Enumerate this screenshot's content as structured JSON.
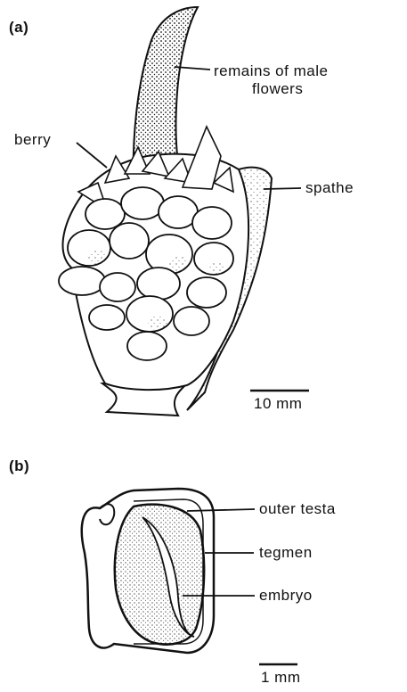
{
  "panel_a": {
    "letter": "(a)",
    "labels": {
      "remains_line1": "remains of male",
      "remains_line2": "flowers",
      "berry": "berry",
      "spathe": "spathe"
    },
    "scale_bar": "10 mm"
  },
  "panel_b": {
    "letter": "(b)",
    "labels": {
      "outer_testa": "outer testa",
      "tegmen": "tegmen",
      "embryo": "embryo"
    },
    "scale_bar": "1 mm"
  },
  "colors": {
    "ink": "#111111",
    "paper": "#ffffff",
    "shade": "#9a9a9a"
  }
}
